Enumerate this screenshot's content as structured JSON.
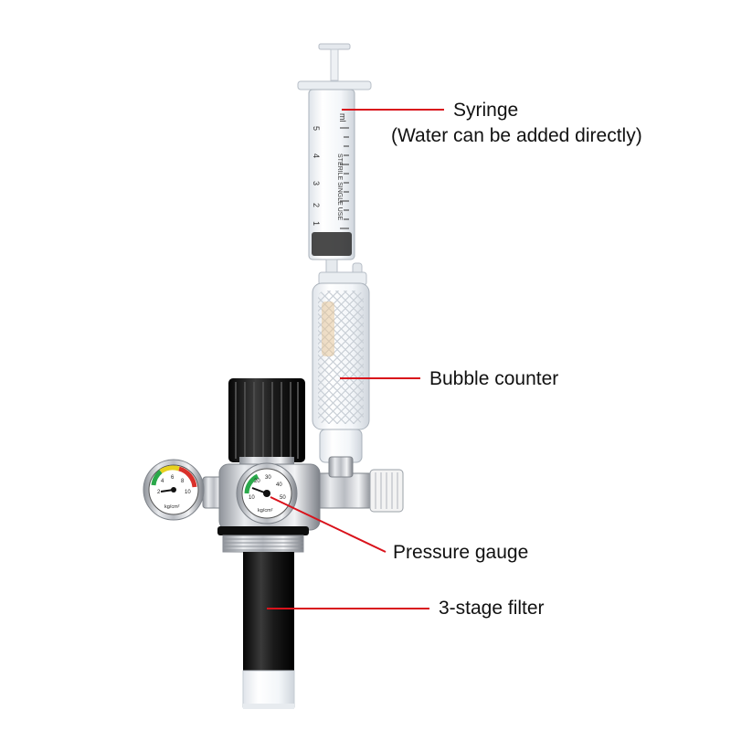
{
  "callouts": {
    "syringe": {
      "title": "Syringe",
      "subtitle": "(Water can be added directly)"
    },
    "bubble_counter": {
      "title": "Bubble counter"
    },
    "pressure_gauge": {
      "title": "Pressure gauge"
    },
    "filter": {
      "title": "3-stage filter"
    }
  },
  "syringe_markings": {
    "brand": "STERILE SINGLE USE",
    "scale": [
      "5",
      "4",
      "3",
      "2",
      "1"
    ],
    "unit": "ml"
  },
  "left_gauge": {
    "scale": [
      "2",
      "4",
      "6",
      "8",
      "10"
    ],
    "unit": "kg/cm²"
  },
  "right_gauge": {
    "scale": [
      "10",
      "20",
      "30",
      "40",
      "50"
    ],
    "unit": "kg/cm²"
  },
  "colors": {
    "leader_line": "#d9121b",
    "body_black": "#151515",
    "steel": "#c9ccd1",
    "gauge_green": "#2aa84a",
    "gauge_yellow": "#e8d21e",
    "gauge_red": "#d9312b"
  }
}
